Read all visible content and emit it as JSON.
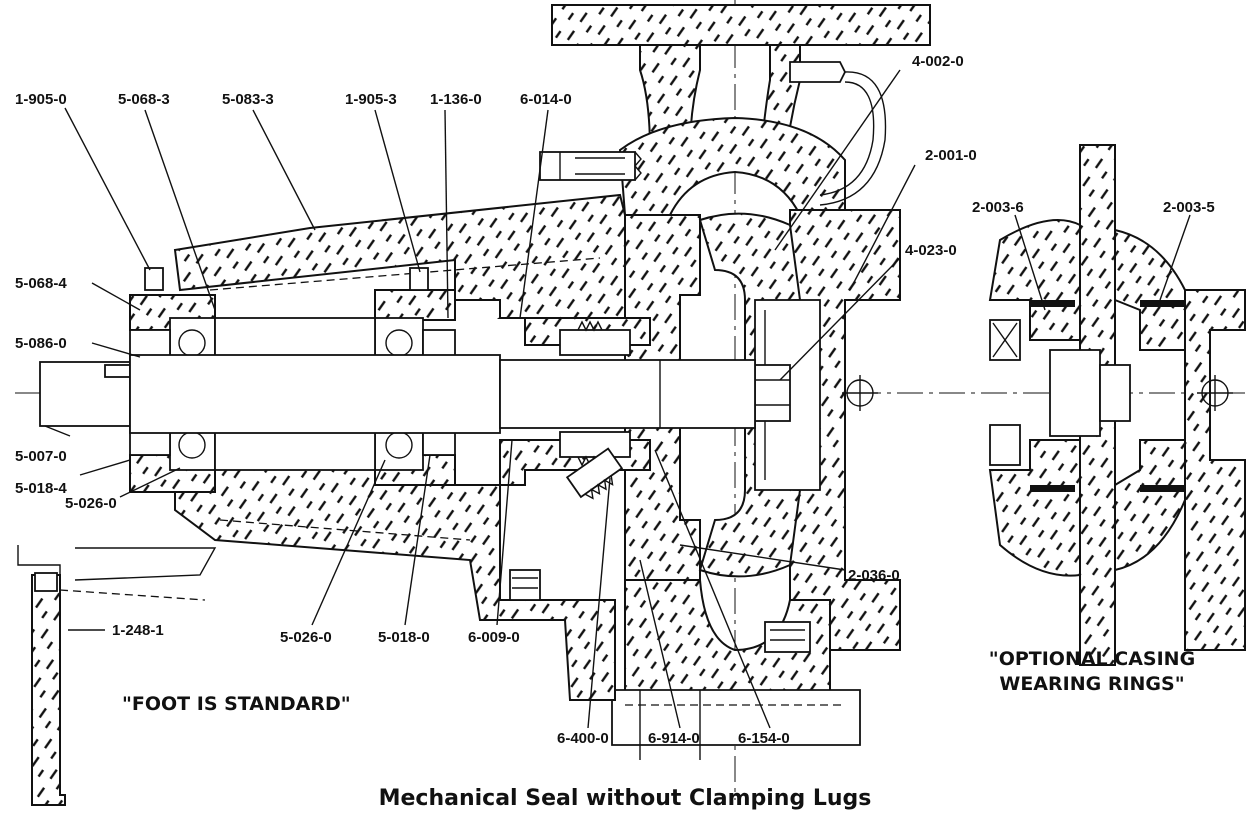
{
  "caption": "Mechanical Seal without Clamping Lugs",
  "notes": {
    "foot": "\"FOOT IS STANDARD\"",
    "optional_line1": "\"OPTIONAL CASING",
    "optional_line2": "WEARING RINGS\""
  },
  "part_labels": [
    "1-905-0",
    "5-068-3",
    "5-083-3",
    "1-905-3",
    "1-136-0",
    "6-014-0",
    "4-002-0",
    "2-001-0",
    "2-003-6",
    "2-003-5",
    "4-023-0",
    "5-068-4",
    "5-086-0",
    "5-007-0",
    "5-018-4",
    "5-026-0",
    "1-248-1",
    "5-026-0",
    "5-018-0",
    "6-009-0",
    "2-036-0",
    "6-400-0",
    "6-914-0",
    "6-154-0"
  ],
  "colors": {
    "ink": "#111111",
    "background": "#ffffff"
  }
}
